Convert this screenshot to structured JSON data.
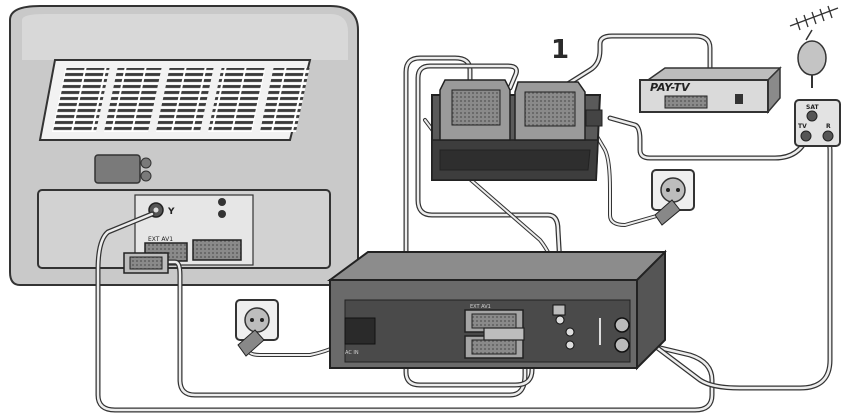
{
  "diagram": {
    "callout_number": "1",
    "tv": {
      "antenna_port_label": "Y",
      "scart_label": "EXT AV1"
    },
    "pay_tv_box": {
      "label": "PAY-TV"
    },
    "satellite_receiver": {
      "sat_label": "SAT",
      "tv_label": "TV",
      "r_label": "R"
    },
    "vcr": {
      "scart_label": "EXT AV1",
      "power_label": "AC IN"
    }
  }
}
